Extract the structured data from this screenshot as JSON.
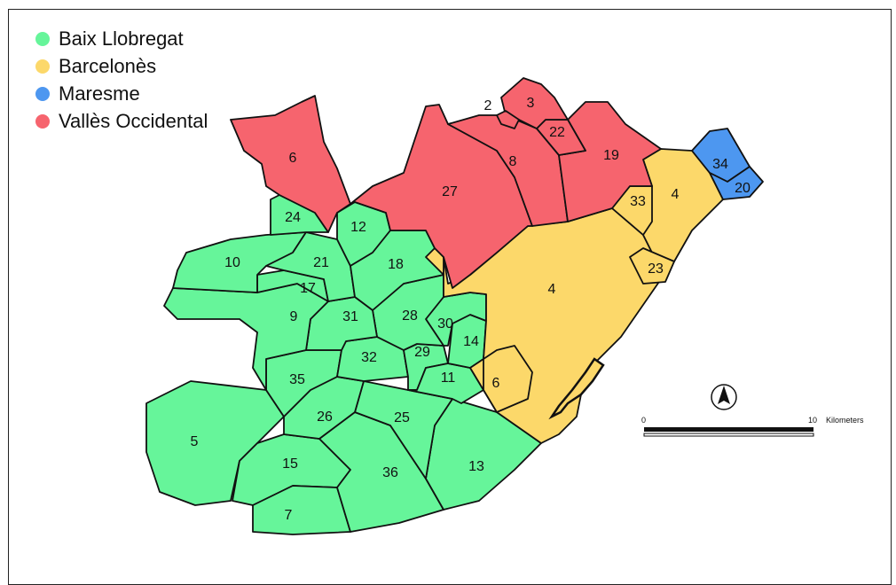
{
  "legend": [
    {
      "label": "Baix Llobregat",
      "color": "#66f59a"
    },
    {
      "label": "Barcelonès",
      "color": "#fcd86a"
    },
    {
      "label": "Maresme",
      "color": "#4d97f0"
    },
    {
      "label": "Vallès Occidental",
      "color": "#f6646e"
    }
  ],
  "regions": {
    "r2": "2",
    "r3": "3",
    "r22": "22",
    "r8": "8",
    "r19": "19",
    "r6a": "6",
    "r27": "27",
    "r34": "34",
    "r20": "20",
    "r4a": "4",
    "r33": "33",
    "r23": "23",
    "r4b": "4",
    "r24": "24",
    "r12": "12",
    "r10": "10",
    "r21": "21",
    "r18": "18",
    "r17": "17",
    "r9": "9",
    "r31": "31",
    "r28": "28",
    "r30": "30",
    "r14": "14",
    "r32": "32",
    "r29": "29",
    "r11": "11",
    "r6b": "6",
    "r35": "35",
    "r26": "26",
    "r25": "25",
    "r5": "5",
    "r15": "15",
    "r36": "36",
    "r13": "13",
    "r7": "7"
  },
  "scale": {
    "start": "0",
    "end": "10",
    "unit": "Kilometers"
  },
  "north_icon": "north-arrow-icon"
}
